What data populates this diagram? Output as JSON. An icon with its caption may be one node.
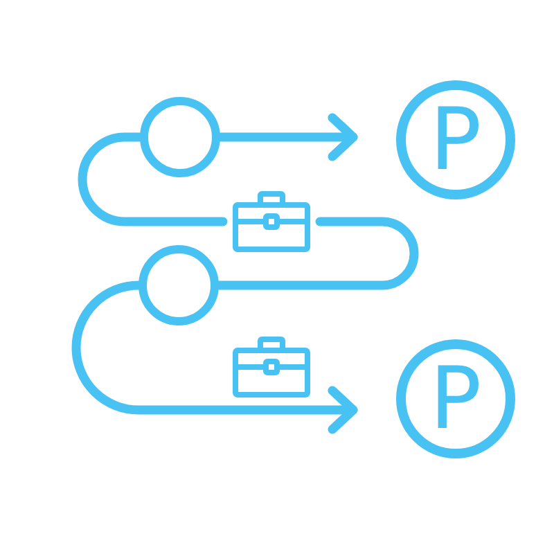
{
  "diagram": {
    "nodes": [
      {
        "text": [],
        "shape": "circle"
      },
      {
        "text": [
          "P"
        ]
      },
      {
        "text": [],
        "shape": "picture"
      },
      {
        "text": [],
        "shape": "circle"
      },
      {
        "text": [],
        "shape": "picture"
      },
      {
        "text": [
          "P"
        ]
      }
    ],
    "edges": [
      {
        "from": 0,
        "to": 1,
        "arrow": "to"
      },
      {
        "from": 0,
        "to": 2,
        "arrow": "none"
      },
      {
        "from": 2,
        "to": 3,
        "arrow": "none"
      },
      {
        "from": 3,
        "to": 5,
        "arrow": "to"
      }
    ]
  }
}
